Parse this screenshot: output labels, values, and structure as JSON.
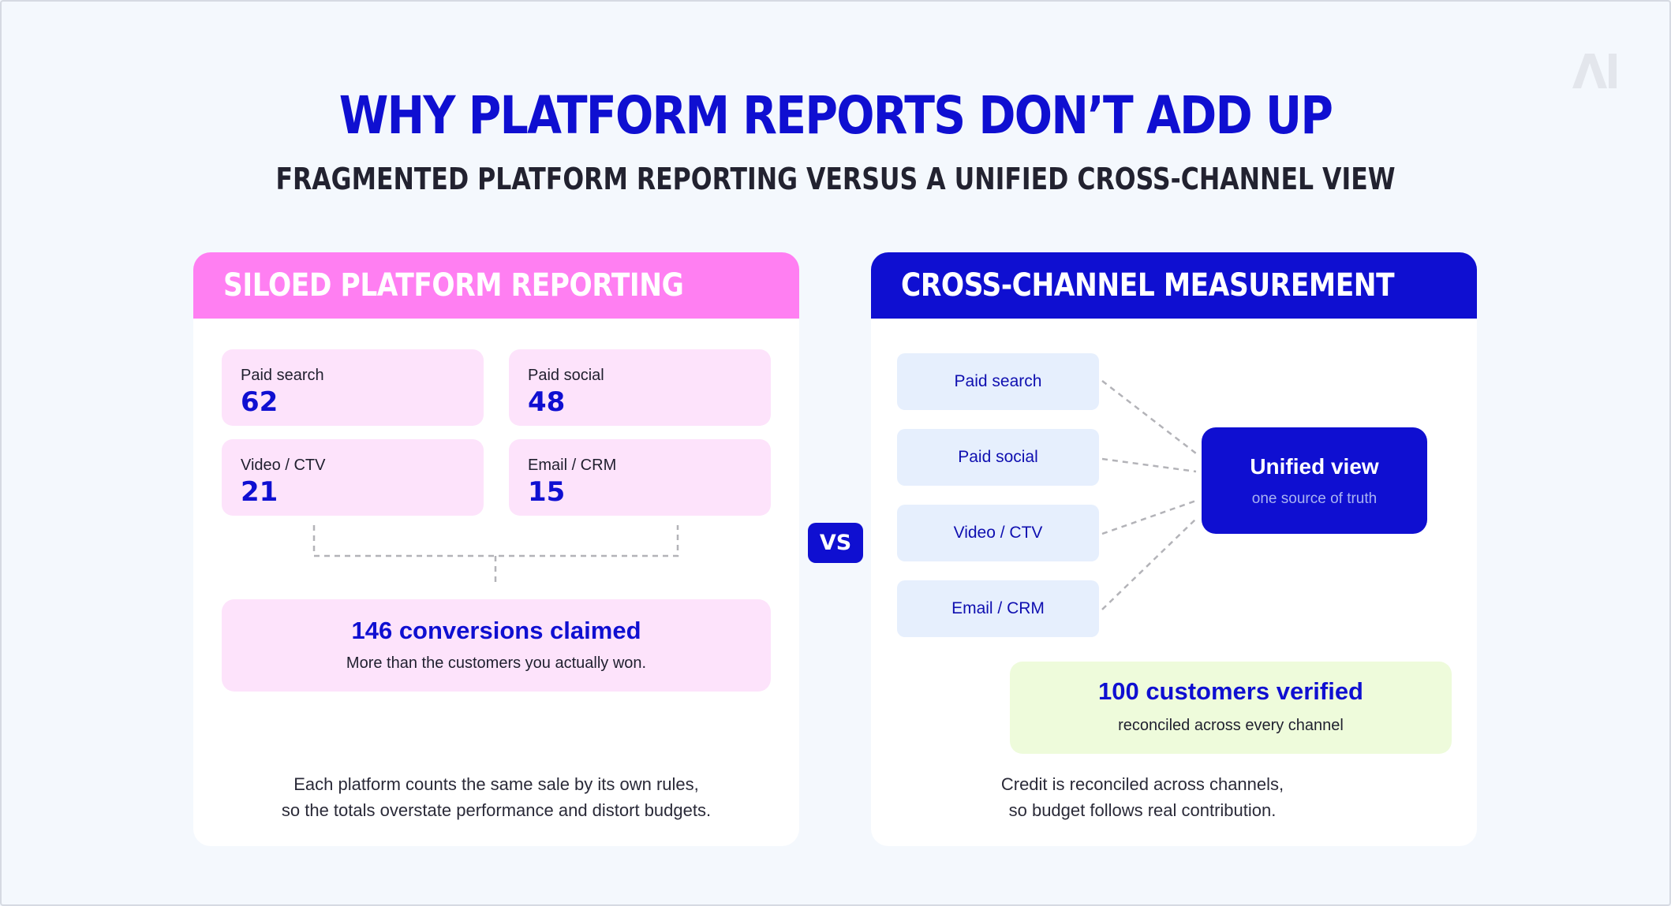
{
  "logo": "AI",
  "title": "WHY PLATFORM REPORTS DON’T ADD UP",
  "subtitle": "FRAGMENTED PLATFORM REPORTING VERSUS A UNIFIED CROSS-CHANNEL VIEW",
  "vs_label": "VS",
  "left": {
    "header": "SILOED PLATFORM REPORTING",
    "stats": [
      {
        "label": "Paid search",
        "value": "62"
      },
      {
        "label": "Paid social",
        "value": "48"
      },
      {
        "label": "Video / CTV",
        "value": "21"
      },
      {
        "label": "Email / CRM",
        "value": "15"
      }
    ],
    "claim_title": "146 conversions claimed",
    "claim_sub": "More than the customers you actually won.",
    "footer_line1": "Each platform counts the same sale by its own rules,",
    "footer_line2": "so the totals overstate performance and distort budgets."
  },
  "right": {
    "header": "CROSS-CHANNEL MEASUREMENT",
    "channels": [
      "Paid search",
      "Paid social",
      "Video / CTV",
      "Email / CRM"
    ],
    "unified_title": "Unified view",
    "unified_sub": "one source of truth",
    "verified_title": "100 customers verified",
    "verified_sub": "reconciled across every channel",
    "footer_line1": "Credit is reconciled across channels,",
    "footer_line2": "so budget follows real contribution."
  },
  "colors": {
    "brand_blue": "#0f0fd1",
    "pink": "#ff7ff2",
    "pink_light": "#fde3fb",
    "blue_light": "#e6effd",
    "green_light": "#eefbdb",
    "background": "#f4f8fd"
  }
}
